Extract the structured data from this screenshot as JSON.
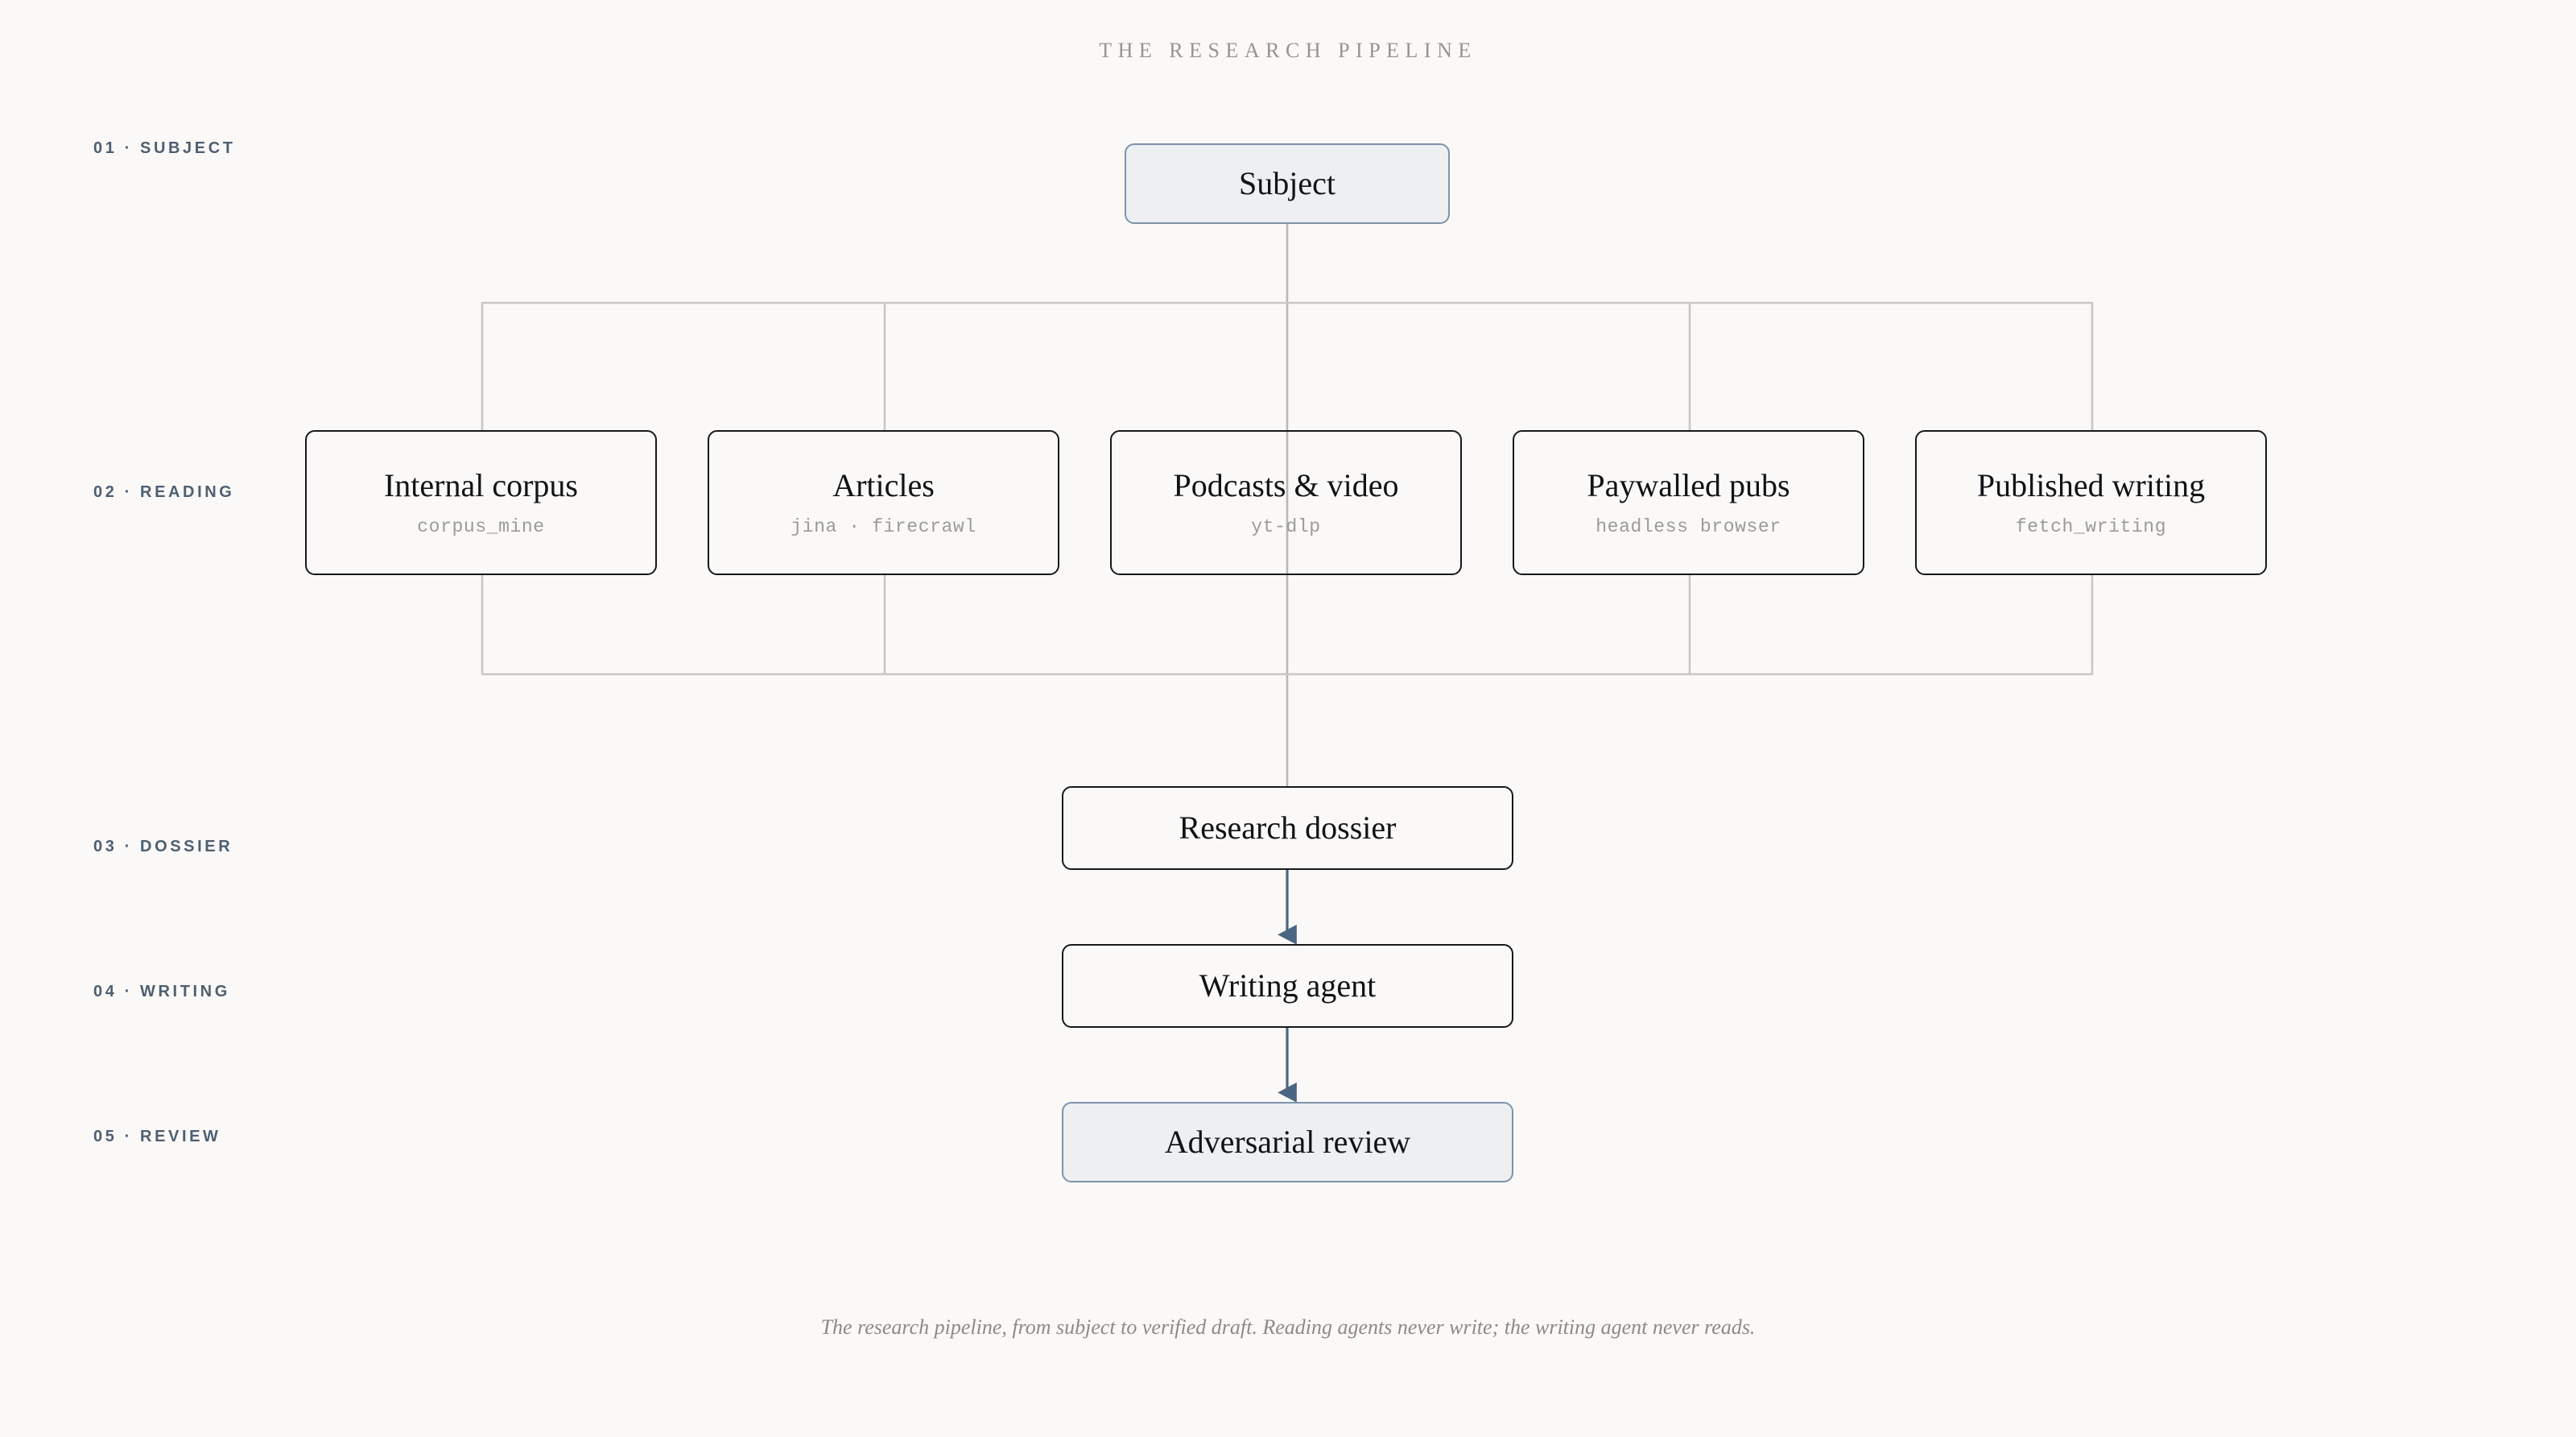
{
  "title": "The Research Pipeline",
  "caption": "The research pipeline, from subject to verified draft. Reading agents never write; the writing agent never reads.",
  "colors": {
    "background": "#faf9f7",
    "node_border": "#16181a",
    "accent_border": "#7d93ab",
    "accent_fill": "#edeff1",
    "arrow": "#4a6682",
    "bus_line": "#c9c7c4",
    "stage_label": "#4d5f72",
    "title": "#9a938c",
    "subtitle_mono": "#9b9b9b",
    "caption": "#8d8a86"
  },
  "stages": [
    {
      "number": "01",
      "name": "Subject"
    },
    {
      "number": "02",
      "name": "Reading"
    },
    {
      "number": "03",
      "name": "Dossier"
    },
    {
      "number": "04",
      "name": "Writing"
    },
    {
      "number": "05",
      "name": "Review"
    }
  ],
  "stage_labels": [
    "01 · SUBJECT",
    "02 · READING",
    "03 · DOSSIER",
    "04 · WRITING",
    "05 · REVIEW"
  ],
  "nodes": {
    "subject": {
      "title": "Subject",
      "subtitle": "",
      "style": "accent"
    },
    "internal": {
      "title": "Internal corpus",
      "subtitle": "corpus_mine",
      "style": "plain"
    },
    "articles": {
      "title": "Articles",
      "subtitle": "jina · firecrawl",
      "style": "plain"
    },
    "podcasts": {
      "title": "Podcasts & video",
      "subtitle": "yt-dlp",
      "style": "plain"
    },
    "paywalled": {
      "title": "Paywalled pubs",
      "subtitle": "headless browser",
      "style": "plain"
    },
    "published": {
      "title": "Published writing",
      "subtitle": "fetch_writing",
      "style": "plain"
    },
    "dossier": {
      "title": "Research dossier",
      "subtitle": "",
      "style": "plain"
    },
    "writing": {
      "title": "Writing agent",
      "subtitle": "",
      "style": "plain"
    },
    "review": {
      "title": "Adversarial review",
      "subtitle": "",
      "style": "accent"
    }
  },
  "edges": [
    {
      "from": "subject",
      "to": "reading-bus",
      "kind": "plain"
    },
    {
      "from": "reading-bus",
      "to": "dossier",
      "kind": "plain"
    },
    {
      "from": "dossier",
      "to": "writing",
      "kind": "arrow"
    },
    {
      "from": "writing",
      "to": "review",
      "kind": "arrow"
    }
  ]
}
